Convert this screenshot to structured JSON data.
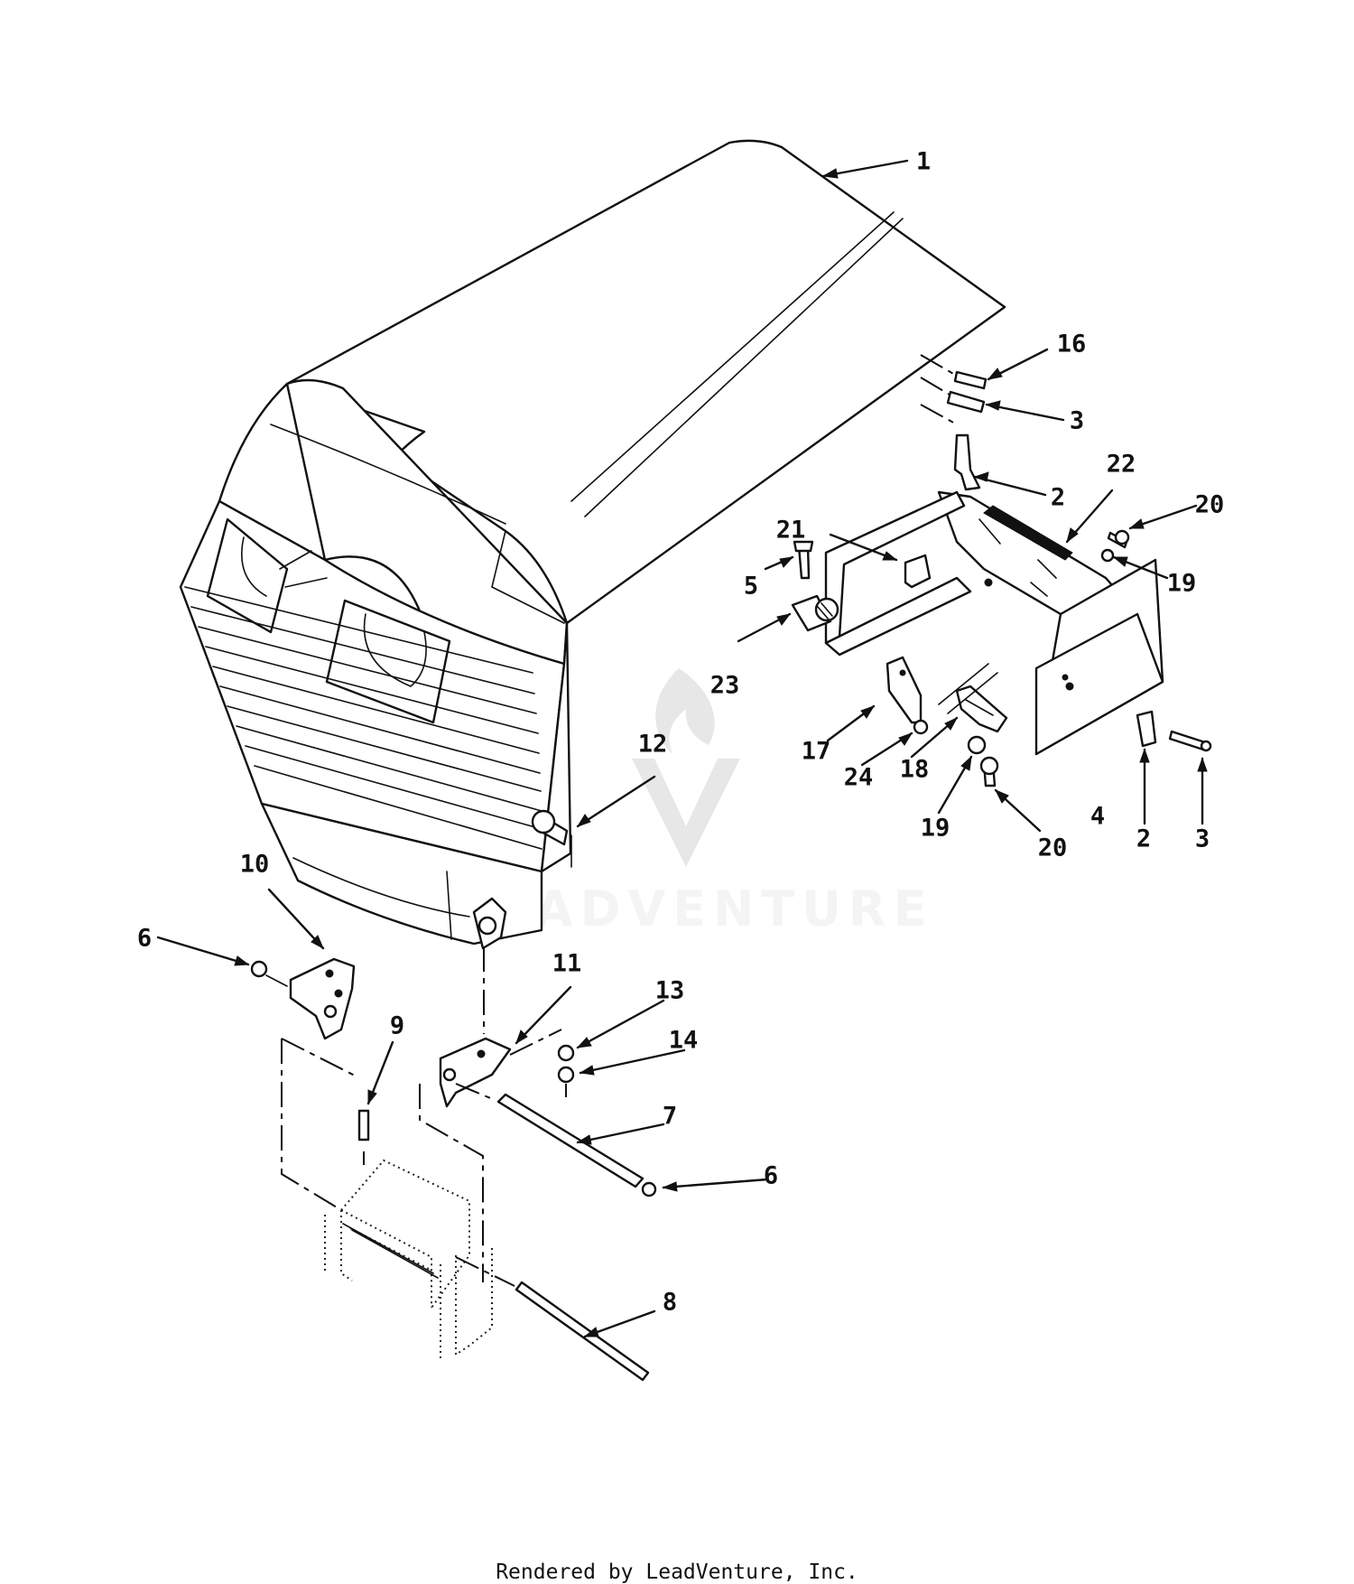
{
  "watermark": {
    "text": "LEADVENTURE"
  },
  "footer": "Rendered by LeadVenture, Inc.",
  "callouts": {
    "c1": "1",
    "c16": "16",
    "c3a": "3",
    "c2a": "2",
    "c22": "22",
    "c20a": "20",
    "c19a": "19",
    "c21": "21",
    "c5": "5",
    "c23": "23",
    "c17": "17",
    "c24": "24",
    "c18": "18",
    "c19b": "19",
    "c20b": "20",
    "c4": "4",
    "c2b": "2",
    "c3b": "3",
    "c12": "12",
    "c10": "10",
    "c6a": "6",
    "c11": "11",
    "c13": "13",
    "c14": "14",
    "c9": "9",
    "c7": "7",
    "c6b": "6",
    "c8": "8"
  }
}
